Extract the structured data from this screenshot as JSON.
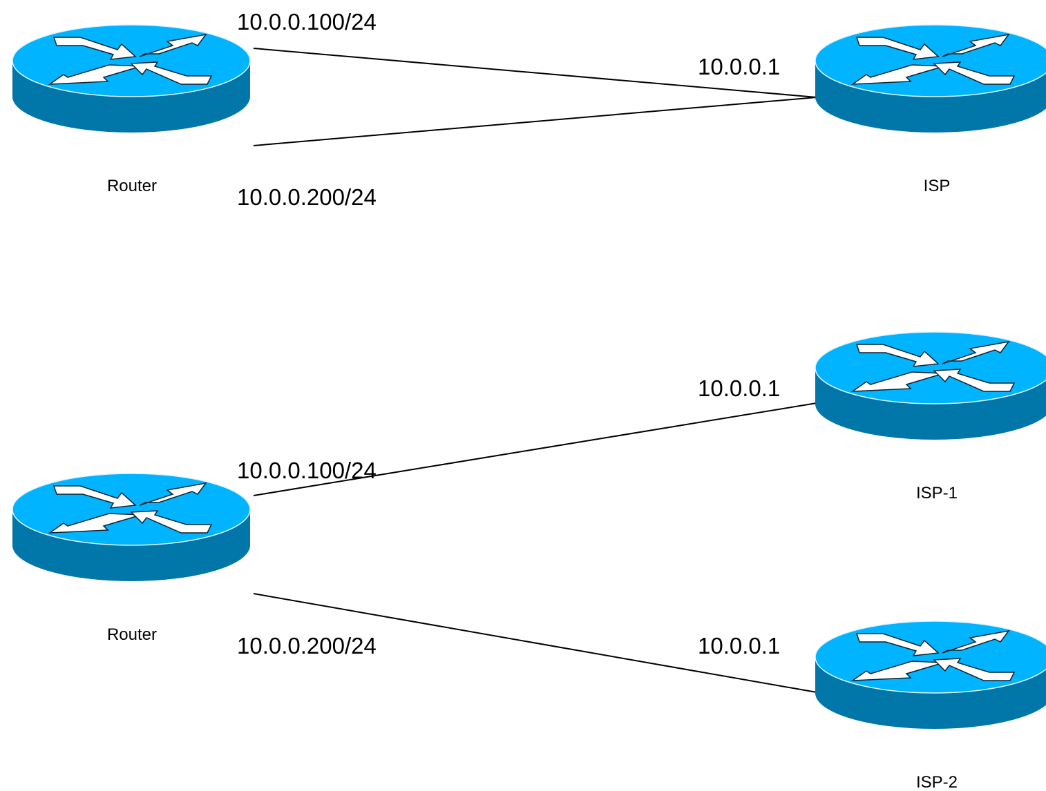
{
  "diagram_top": {
    "devices": {
      "router": {
        "label": "Router"
      },
      "isp": {
        "label": "ISP"
      }
    },
    "ips": {
      "router_if_upper": "10.0.0.100/24",
      "router_if_lower": "10.0.0.200/24",
      "isp_if": "10.0.0.1"
    }
  },
  "diagram_bottom": {
    "devices": {
      "router": {
        "label": "Router"
      },
      "isp1": {
        "label": "ISP-1"
      },
      "isp2": {
        "label": "ISP-2"
      }
    },
    "ips": {
      "router_if_upper": "10.0.0.100/24",
      "router_if_lower": "10.0.0.200/24",
      "isp1_if": "10.0.0.1",
      "isp2_if": "10.0.0.1"
    }
  },
  "colors": {
    "router_top": "#00b4ff",
    "router_side": "#0077a8",
    "router_outline": "#ffffff",
    "arrow": "#ffffff",
    "link": "#000000"
  },
  "icons": {
    "router": "router-icon"
  }
}
